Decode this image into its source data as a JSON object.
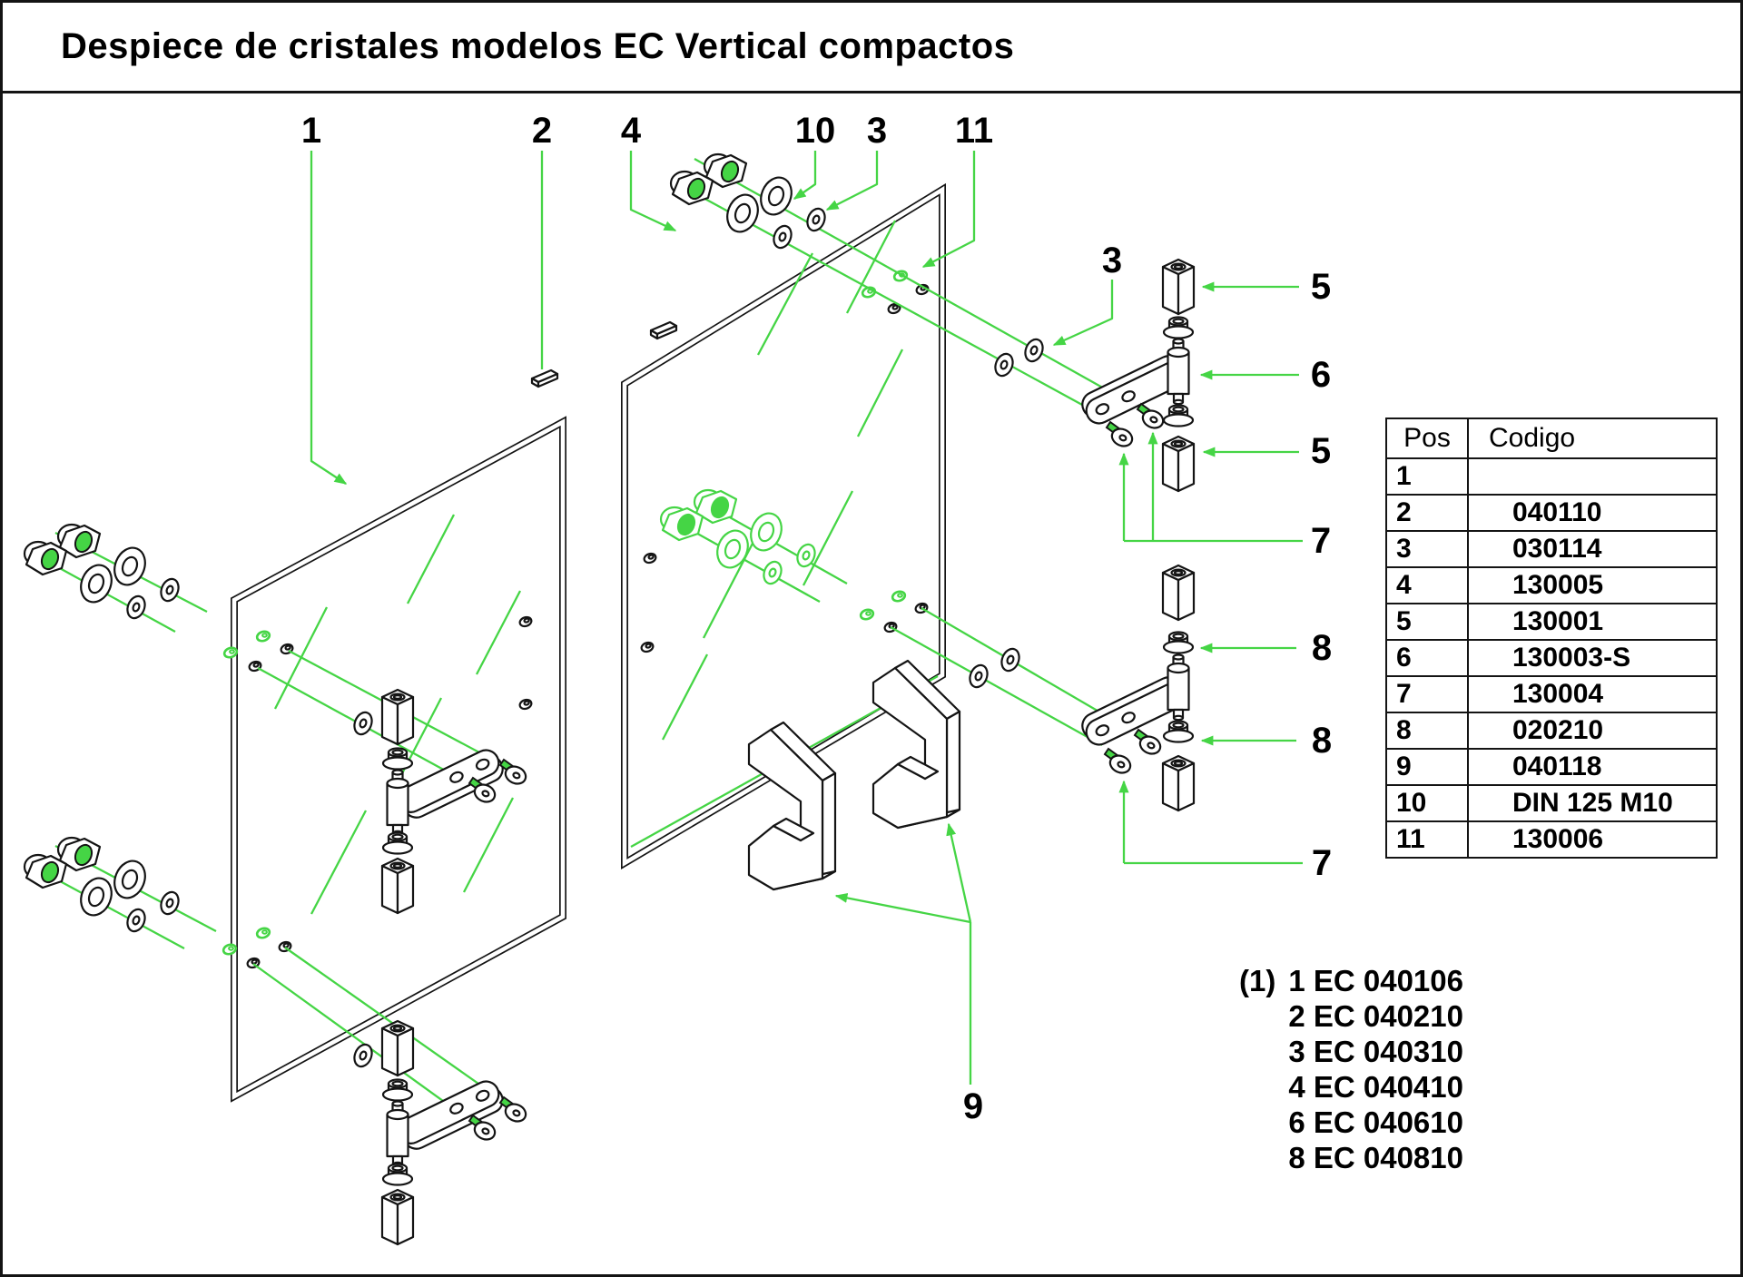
{
  "title": "Despiece de cristales modelos EC Vertical compactos",
  "colors": {
    "ink": "#141414",
    "green": "#45d545",
    "paper": "#ffffff"
  },
  "callouts": {
    "top": [
      "1",
      "2",
      "4",
      "10",
      "3",
      "11"
    ],
    "right": [
      "3",
      "5",
      "6",
      "5",
      "7",
      "8",
      "8",
      "7"
    ],
    "bottom": [
      "9"
    ]
  },
  "table": {
    "headers": [
      "Pos",
      "Codigo"
    ],
    "rows": [
      {
        "pos": "1",
        "codigo": ""
      },
      {
        "pos": "2",
        "codigo": "040110"
      },
      {
        "pos": "3",
        "codigo": "030114"
      },
      {
        "pos": "4",
        "codigo": "130005"
      },
      {
        "pos": "5",
        "codigo": "130001"
      },
      {
        "pos": "6",
        "codigo": "130003-S"
      },
      {
        "pos": "7",
        "codigo": "130004"
      },
      {
        "pos": "8",
        "codigo": "020210"
      },
      {
        "pos": "9",
        "codigo": "040118"
      },
      {
        "pos": "10",
        "codigo": "DIN 125 M10"
      },
      {
        "pos": "11",
        "codigo": "130006"
      }
    ]
  },
  "model_list": {
    "prefix": "(1)",
    "items": [
      "1 EC 040106",
      "2 EC 040210",
      "3 EC 040310",
      "4 EC 040410",
      "6 EC 040610",
      "8 EC 040810"
    ]
  }
}
